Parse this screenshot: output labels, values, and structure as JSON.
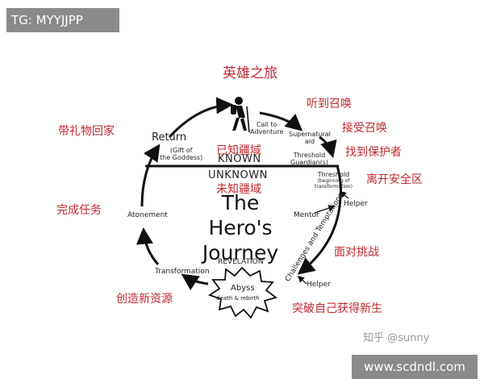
{
  "overlays": {
    "top_left_tag": "TG: MYYJJPP",
    "bottom_right_site": "www.scdndl.com",
    "watermark": "知乎 @sunny"
  },
  "cn_annotations": {
    "title": "英雄之旅",
    "call": "听到召唤",
    "accept": "接受召唤",
    "protector": "找到保护者",
    "leave": "离开安全区",
    "challenge": "面对挑战",
    "breakthrough": "突破自己获得新生",
    "new_resources": "创造新资源",
    "complete": "完成任务",
    "return_home": "带礼物回家",
    "known_zone": "已知疆域",
    "unknown_zone": "未知疆域"
  },
  "diagram": {
    "center_title_lines": [
      "The",
      "Hero's",
      "Journey"
    ],
    "known": "KNOWN",
    "unknown": "UNKNOWN",
    "call_to_adventure": [
      "Call to",
      "Adventure"
    ],
    "supernatural_aid": [
      "Supernatural",
      "aid"
    ],
    "threshold_guardians": [
      "Threshold",
      "Guardian(s)"
    ],
    "threshold": "Threshold",
    "threshold_sub": [
      "(beginning of",
      "transformation)"
    ],
    "helper_1": "Helper",
    "mentor": "Mentor",
    "challenges": "Challenges and Temptations",
    "helper_2": "Helper",
    "revelation": "REVELATION",
    "abyss": "Abyss",
    "abyss_sub": "death & rebirth",
    "transformation": "Transformation",
    "atonement": "Atonement",
    "return": "Return",
    "gift": [
      "(Gift of",
      "the Goddess)"
    ]
  },
  "colors": {
    "annotation_red": "#c0282d",
    "ink": "#222222",
    "overlay_gray": "#8a8a8a"
  }
}
